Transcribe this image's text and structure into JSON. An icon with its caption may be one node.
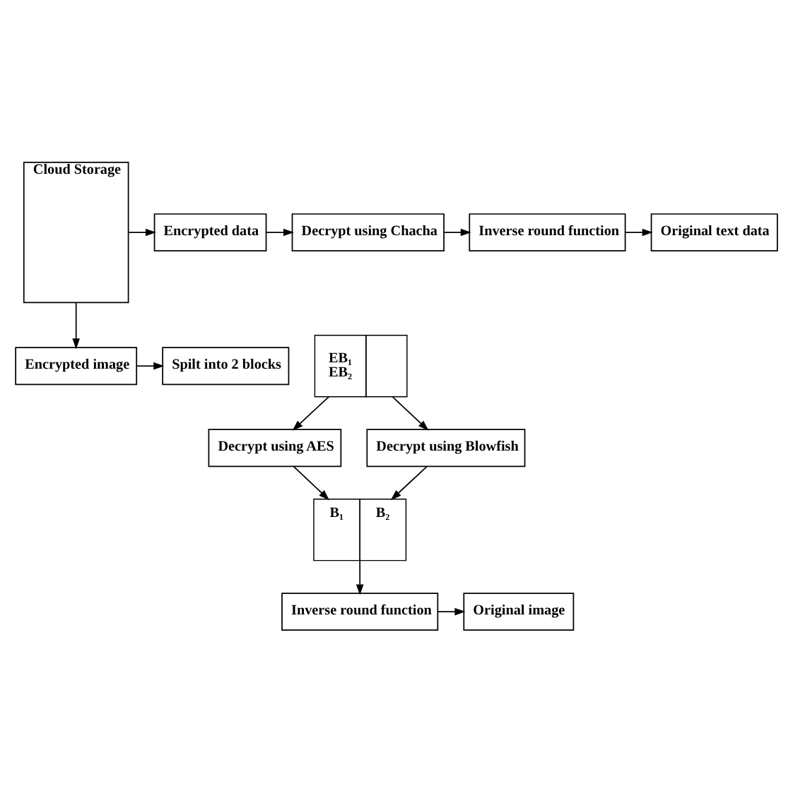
{
  "diagram": {
    "nodes": [
      {
        "text": [
          "Cloud Storage"
        ]
      },
      {
        "text": [
          "Encrypted data"
        ]
      },
      {
        "text": [
          "Decrypt using Chacha"
        ]
      },
      {
        "text": [
          "Inverse round function"
        ]
      },
      {
        "text": [
          "Original text data"
        ]
      },
      {
        "text": [
          "Encrypted image"
        ]
      },
      {
        "text": [
          "Spilt into 2 blocks"
        ]
      },
      {
        "text": [
          "EB₁",
          "EB₂"
        ]
      },
      {
        "text": [
          "Decrypt using AES"
        ]
      },
      {
        "text": [
          "Decrypt using Blowfish"
        ]
      },
      {
        "text": [
          "B₁",
          "B₂"
        ]
      },
      {
        "text": [
          "Inverse round function"
        ]
      },
      {
        "text": [
          "Original image"
        ]
      }
    ],
    "edges": [
      {
        "from": 0,
        "to": 1,
        "arrow": "to"
      },
      {
        "from": 1,
        "to": 2,
        "arrow": "to"
      },
      {
        "from": 2,
        "to": 3,
        "arrow": "to"
      },
      {
        "from": 3,
        "to": 4,
        "arrow": "to"
      },
      {
        "from": 0,
        "to": 5,
        "arrow": "to"
      },
      {
        "from": 5,
        "to": 6,
        "arrow": "to"
      },
      {
        "from": 7,
        "to": 8,
        "arrow": "to"
      },
      {
        "from": 7,
        "to": 9,
        "arrow": "to"
      },
      {
        "from": 8,
        "to": 10,
        "arrow": "to"
      },
      {
        "from": 9,
        "to": 10,
        "arrow": "to"
      },
      {
        "from": 10,
        "to": 11,
        "arrow": "to"
      },
      {
        "from": 11,
        "to": 12,
        "arrow": "to"
      }
    ]
  }
}
